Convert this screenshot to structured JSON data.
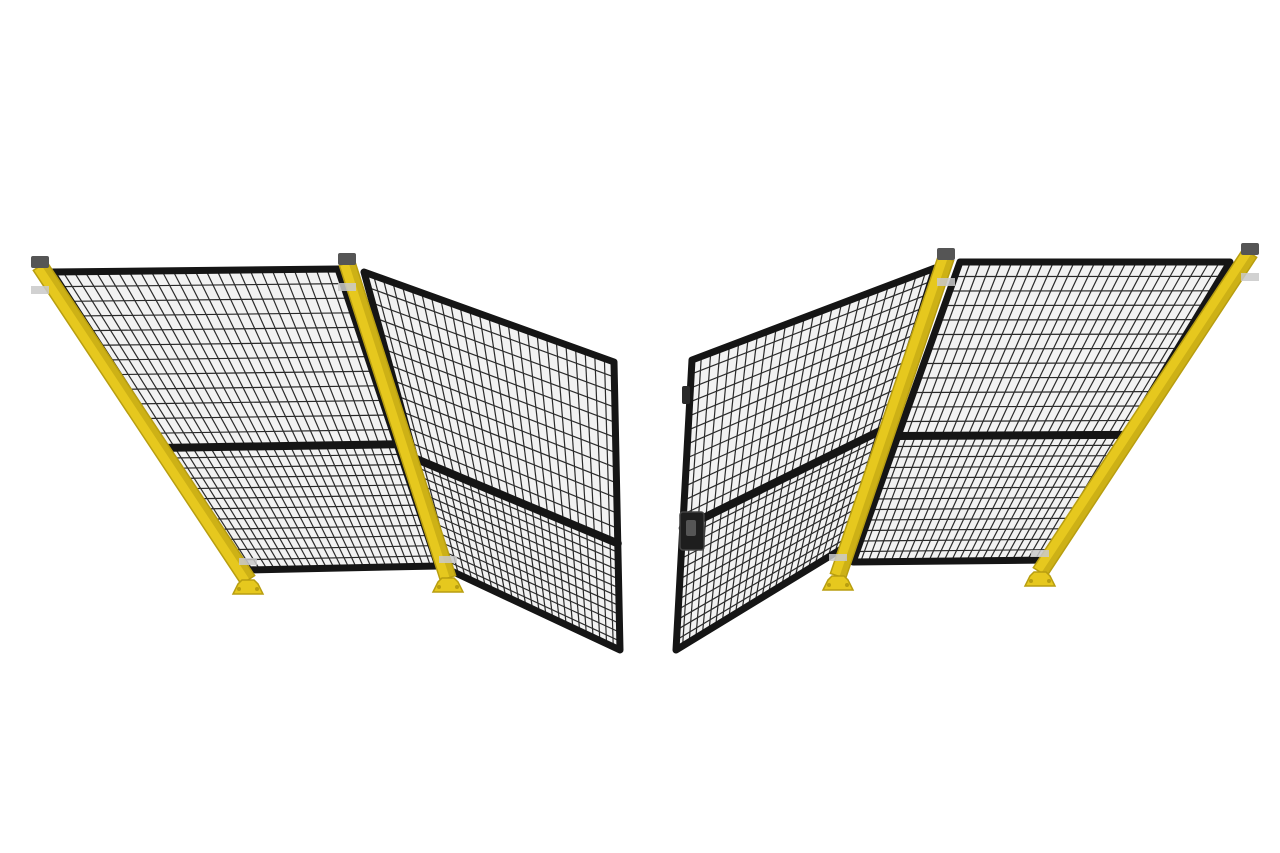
{
  "scene": {
    "subject": "two-double-leaf-mesh-gates",
    "colors": {
      "background": "#ffffff",
      "post": "#e6c81e",
      "post_shade": "#b89e10",
      "frame": "#151515",
      "mesh": "#2a2a2a",
      "mesh_fill": "#f2f2f2",
      "cap": "#555555",
      "bracket": "#c9c9c9"
    },
    "mesh": {
      "vertical_wires_per_panel": 26,
      "horizontal_wires_per_half": 12
    }
  }
}
